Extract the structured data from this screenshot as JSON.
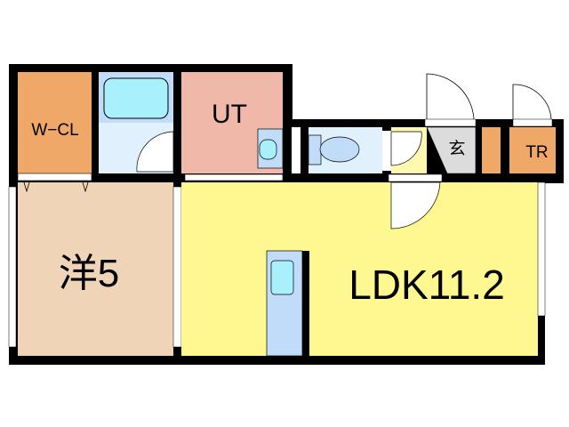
{
  "rooms": {
    "walk_in_closet": {
      "label": "W−CL",
      "color": "#f0a868"
    },
    "bath": {
      "color": "#c0dcf8"
    },
    "utility": {
      "label": "UT",
      "color": "#f0b8a8"
    },
    "toilet": {
      "color": "#e0f0fc"
    },
    "entrance": {
      "label": "玄",
      "color": "#dcdcdc"
    },
    "trunk_room": {
      "label": "TR",
      "color": "#f0a868"
    },
    "western_room": {
      "label": "洋5",
      "color": "#f0d4b8"
    },
    "ldk": {
      "label": "LDK11.2",
      "color": "#fff890"
    }
  },
  "colors": {
    "wall": "#000000",
    "fixture": "#a8f0fc"
  }
}
